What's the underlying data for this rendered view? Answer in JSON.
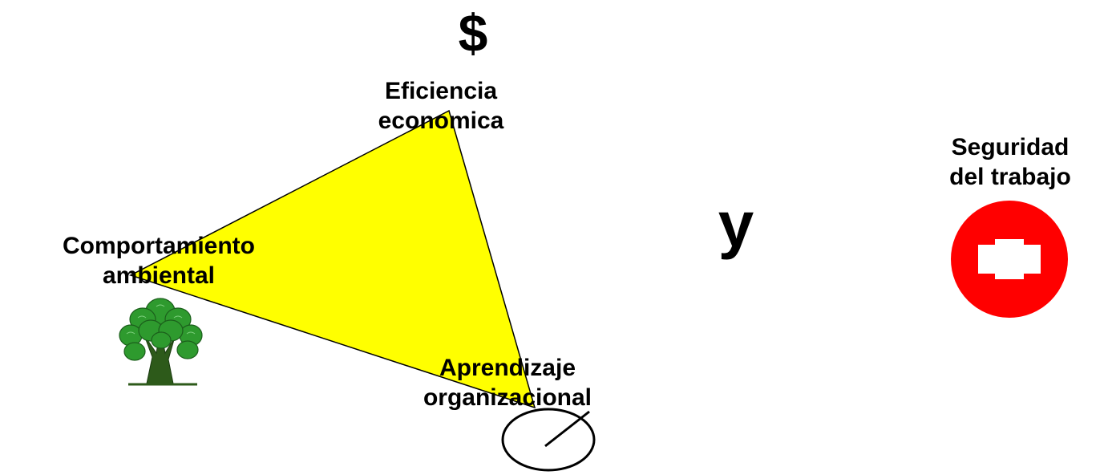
{
  "diagram": {
    "symbols": {
      "dollar": "$",
      "connector": "y"
    },
    "labels": {
      "economic_line1": "Eficiencia",
      "economic_line2": "economica",
      "environmental_line1": "Comportamiento",
      "environmental_line2": "ambiental",
      "learning_line1": "Aprendizaje",
      "learning_line2": "organizacional",
      "safety_line1": "Seguridad",
      "safety_line2": "del trabajo"
    },
    "icons": {
      "tree": "tree-icon",
      "gauge": "gauge-icon",
      "red_cross": "red-cross-icon"
    },
    "colors": {
      "triangle_fill": "#ffff00",
      "tree_green": "#2e9a2e",
      "tree_trunk": "#2d5a1a",
      "cross_red": "#ff0000"
    }
  }
}
